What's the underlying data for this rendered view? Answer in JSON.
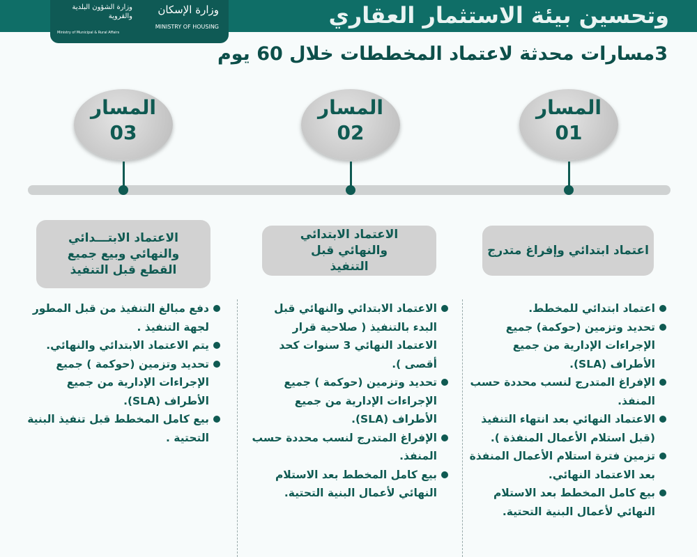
{
  "header": {
    "title": "وتحسين بيئة الاستثمار العقاري",
    "subtitle": "3مسارات محدثة لاعتماد المخططات خلال 60 يوم"
  },
  "logos": {
    "housing_ar": "وزارة الإسكان",
    "housing_en": "MINISTRY OF HOUSING",
    "momra_ar": "وزارة الشؤون البلدية والقروية",
    "momra_en": "Ministry of Municipal & Rural Affairs"
  },
  "colors": {
    "primary": "#0f6e67",
    "text": "#0f5a52",
    "box": "#d2d2d2"
  },
  "tracks": [
    {
      "label": "المسار",
      "number": "01",
      "heading": "اعتماد ابتدائي وإفراغ متدرج",
      "items": [
        "اعتماد ابتدائي للمخطط.",
        "تحديد وتزمين (حوكمة) جميع الإجراءات الإدارية من جميع الأطراف (SLA).",
        "الإفراغ المتدرج لنسب محددة حسب المنفذ.",
        "الاعتماد النهائي بعد انتهاء التنفيذ (قبل استلام الأعمال المنفذة ).",
        "تزمين فترة استلام الأعمال المنفذة بعد الاعتماد النهائي.",
        "بيع كامل المخطط بعد الاستلام النهائي لأعمال البنية التحتية."
      ]
    },
    {
      "label": "المسار",
      "number": "02",
      "heading": "الاعتماد الابتدائي والنهائي قبل التنفيذ",
      "items": [
        "الاعتماد الابتدائي والنهائي قبل البدء بالتنفيذ ( صلاحية قرار الاعتماد النهائي 3 سنوات كحد أقصى ).",
        "تحديد وتزمين (حوكمة ) جميع الإجراءات الإدارية من جميع الأطراف (SLA).",
        "الإفراغ المتدرج لنسب محددة حسب المنفذ.",
        "بيع كامل المخطط بعد الاستلام النهائي لأعمال البنية التحتية."
      ]
    },
    {
      "label": "المسار",
      "number": "03",
      "heading": "الاعتماد الابتـــدائي والنهائي وبيع جميع القطع قبل التنفيذ",
      "items": [
        "دفع مبالغ التنفيذ من قبل المطور لجهة التنفيذ .",
        "يتم الاعتماد الابتدائي والنهائي.",
        "تحديد وتزمين (حوكمة ) جميع الإجراءات الإدارية من جميع الأطراف (SLA).",
        "بيع كامل المخطط قبل تنفيذ البنية التحتية ."
      ]
    }
  ]
}
